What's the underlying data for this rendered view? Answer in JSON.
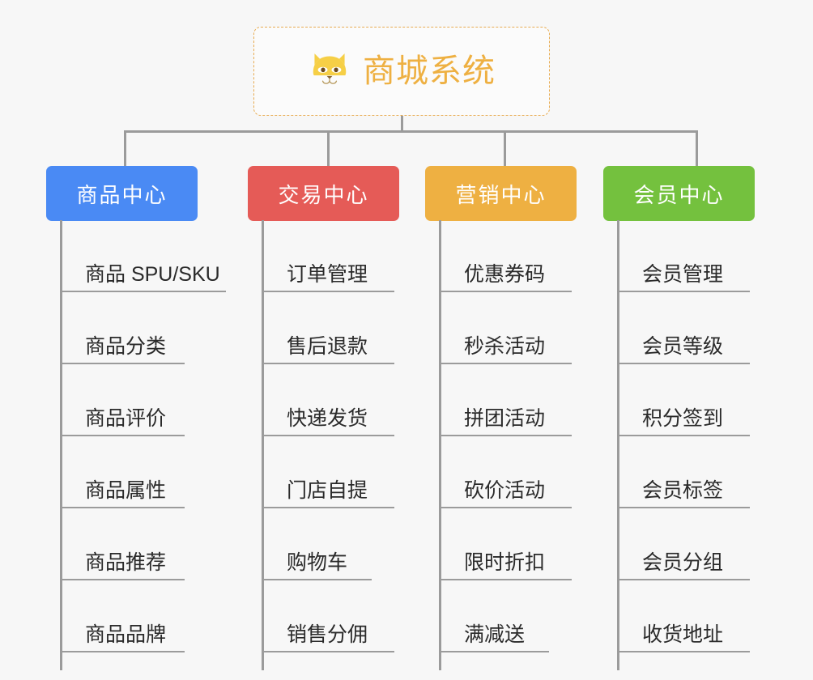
{
  "diagram": {
    "title": "商城系统",
    "root": {
      "label": "商城系统",
      "icon": "shiba-dog-face-icon",
      "border_color": "#e8ac52",
      "text_color": "#eeb042",
      "background": "#fbfbfb"
    },
    "background_color": "#f7f7f7",
    "connector_color": "#9b9b9b",
    "branches": [
      {
        "label": "商品中心",
        "color": "#4a8af4",
        "text_color": "#ffffff",
        "items": [
          "商品 SPU/SKU",
          "商品分类",
          "商品评价",
          "商品属性",
          "商品推荐",
          "商品品牌"
        ]
      },
      {
        "label": "交易中心",
        "color": "#e55b57",
        "text_color": "#ffffff",
        "items": [
          "订单管理",
          "售后退款",
          "快递发货",
          "门店自提",
          "购物车",
          "销售分佣"
        ]
      },
      {
        "label": "营销中心",
        "color": "#eeb042",
        "text_color": "#ffffff",
        "items": [
          "优惠券码",
          "秒杀活动",
          "拼团活动",
          "砍价活动",
          "限时折扣",
          "满减送"
        ]
      },
      {
        "label": "会员中心",
        "color": "#74c13e",
        "text_color": "#ffffff",
        "items": [
          "会员管理",
          "会员等级",
          "积分签到",
          "会员标签",
          "会员分组",
          "收货地址"
        ]
      }
    ]
  },
  "layout": {
    "branch_x": [
      57,
      306,
      525,
      745
    ],
    "branch_width": [
      187,
      187,
      187,
      187
    ],
    "trunk_x": [
      74,
      323,
      542,
      762
    ],
    "leaf_width": [
      205,
      164,
      164,
      164
    ],
    "leaf_width_short": [
      205,
      130,
      130,
      164
    ]
  }
}
